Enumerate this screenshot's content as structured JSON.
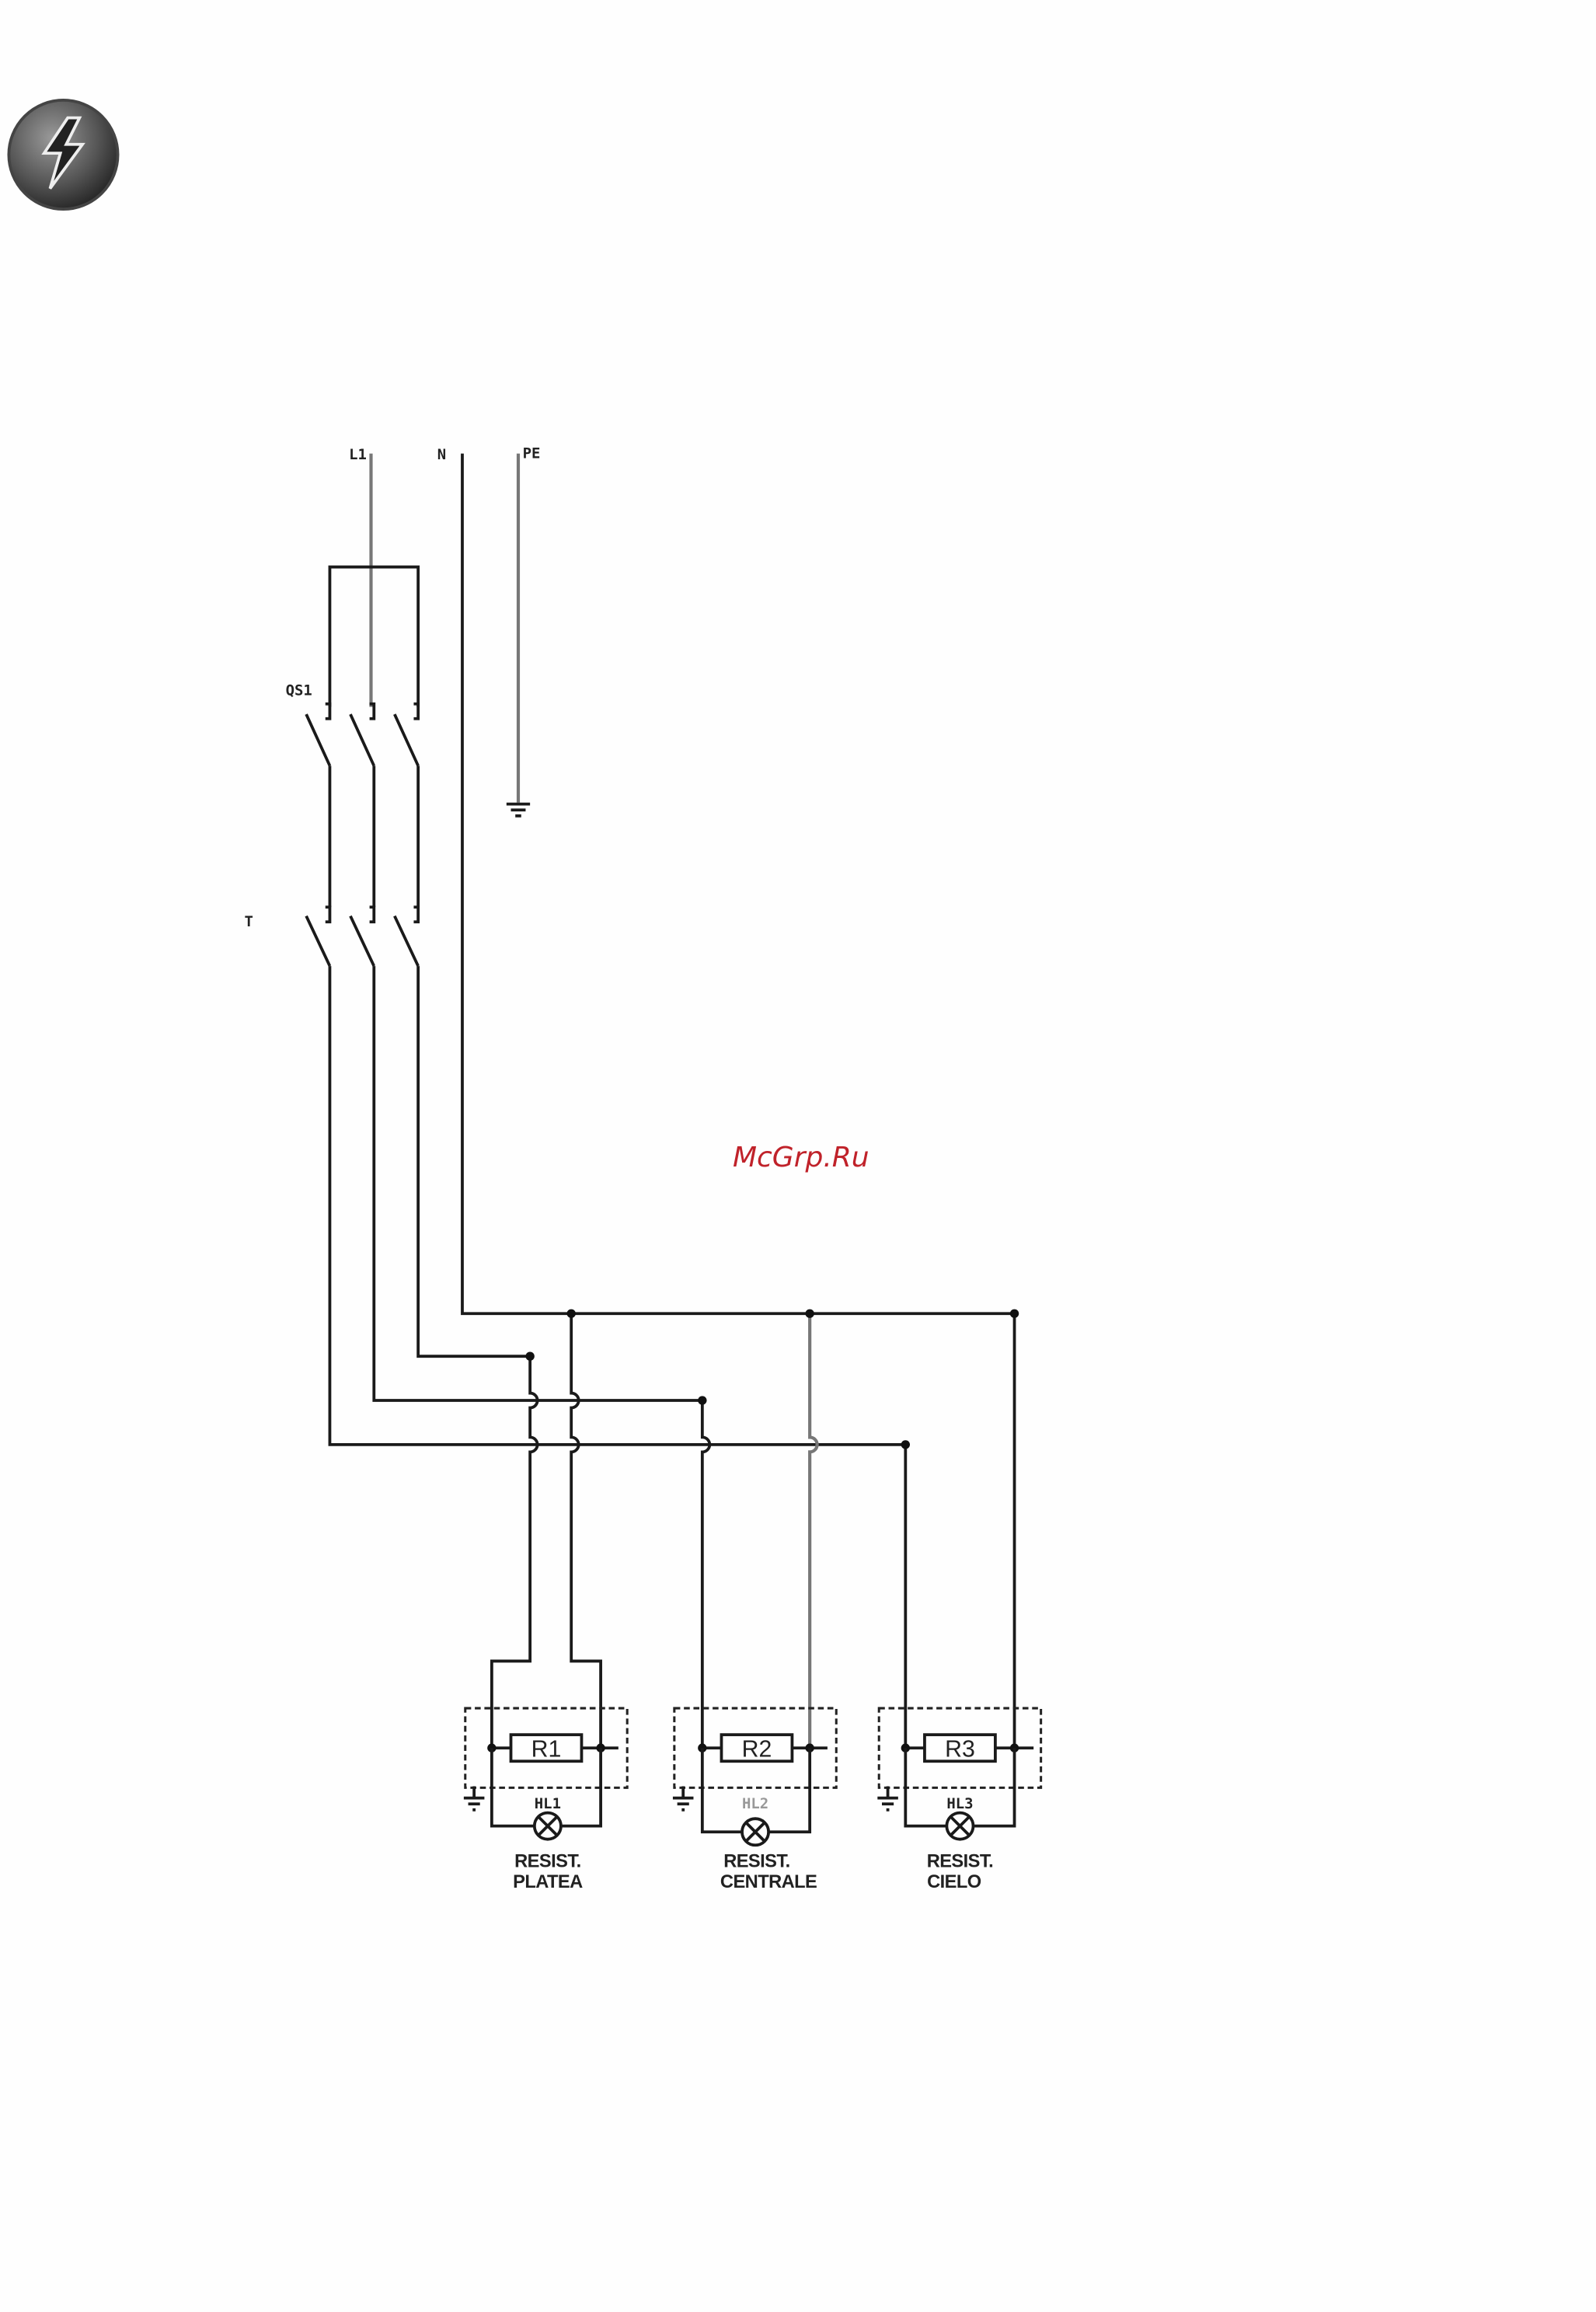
{
  "logo": {
    "icon": "lightning-bolt-icon"
  },
  "watermark": "McGrp.Ru",
  "colors": {
    "watermark": "#c0222a",
    "wire": "#1a1a1a"
  },
  "diagram": {
    "supply_labels": {
      "l1": "L1",
      "n": "N",
      "pe": "PE"
    },
    "switch_labels": {
      "main": "QS1",
      "thermostat": "T"
    },
    "loads": [
      {
        "resistor": "R1",
        "lamp": "HL1",
        "caption_line1": "RESIST.",
        "caption_line2": "PLATEA"
      },
      {
        "resistor": "R2",
        "lamp": "HL2",
        "caption_line1": "RESIST.",
        "caption_line2": "CENTRALE"
      },
      {
        "resistor": "R3",
        "lamp": "HL3",
        "caption_line1": "RESIST.",
        "caption_line2": "CIELO"
      }
    ]
  }
}
